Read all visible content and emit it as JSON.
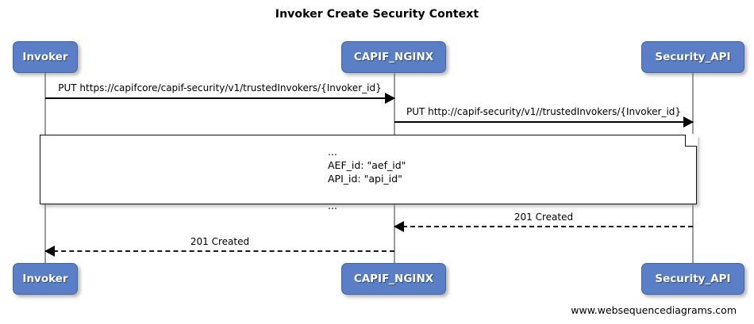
{
  "diagram": {
    "title": "Invoker Create Security Context",
    "footer": "www.websequencediagrams.com",
    "colors": {
      "participant_fill": "#5B7FC7",
      "participant_border": "#3F63AB",
      "participant_text": "#FFFFFF",
      "lifeline": "#9A9A9A",
      "arrow": "#000000",
      "background": "#FFFFFF"
    }
  },
  "participants": [
    {
      "id": "invoker",
      "label": "Invoker"
    },
    {
      "id": "capif_nginx",
      "label": "CAPIF_NGINX"
    },
    {
      "id": "security_api",
      "label": "Security_API"
    }
  ],
  "messages": [
    {
      "id": "msg-1",
      "label": "PUT https://capifcore/capif-security/v1/trustedInvokers/{Invoker_id}",
      "from": "Invoker",
      "to": "CAPIF_NGINX",
      "style": "solid",
      "direction": "right"
    },
    {
      "id": "msg-2",
      "label": "PUT http://capif-security/v1//trustedInvokers/{Invoker_id}",
      "from": "CAPIF_NGINX",
      "to": "Security_API",
      "style": "solid",
      "direction": "right"
    },
    {
      "id": "msg-3",
      "label": "201 Created",
      "from": "Security_API",
      "to": "CAPIF_NGINX",
      "style": "dashed",
      "direction": "left"
    },
    {
      "id": "msg-4",
      "label": "201 Created",
      "from": "CAPIF_NGINX",
      "to": "Invoker",
      "style": "dashed",
      "direction": "left"
    }
  ],
  "note": {
    "lines": "...\nAEF_id: \"aef_id\"\nAPI_id: \"api_id\"\n\n..."
  }
}
